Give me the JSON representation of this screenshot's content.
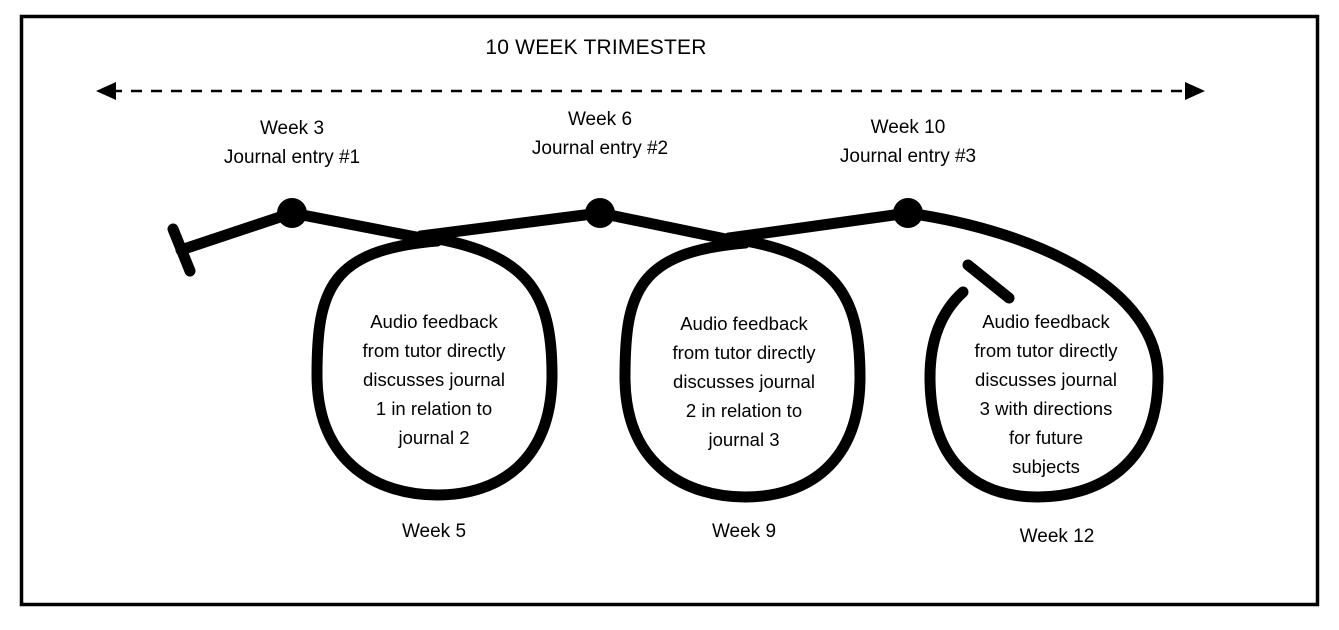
{
  "diagram": {
    "title": "10 WEEK TRIMESTER",
    "timeline_axis": {
      "style": "dashed",
      "arrow_left": true,
      "arrow_right": true
    },
    "milestones": [
      {
        "id": "m1",
        "week": "Week 3",
        "entry": "Journal entry #1"
      },
      {
        "id": "m2",
        "week": "Week 6",
        "entry": "Journal entry #2"
      },
      {
        "id": "m3",
        "week": "Week 10",
        "entry": "Journal entry #3"
      }
    ],
    "loops": [
      {
        "id": "loop1",
        "lines": [
          "Audio feedback",
          "from tutor directly",
          "discusses journal",
          "1 in relation to",
          "journal 2"
        ],
        "week_label": "Week 5"
      },
      {
        "id": "loop2",
        "lines": [
          "Audio feedback",
          "from tutor directly",
          "discusses journal",
          "2 in relation to",
          "journal 3"
        ],
        "week_label": "Week 9"
      },
      {
        "id": "loop3",
        "lines": [
          "Audio feedback",
          "from tutor directly",
          "discusses journal",
          "3 with directions",
          "for future",
          "subjects"
        ],
        "week_label": "Week 12"
      }
    ],
    "colors": {
      "ink": "#000000",
      "background": "#ffffff"
    }
  }
}
